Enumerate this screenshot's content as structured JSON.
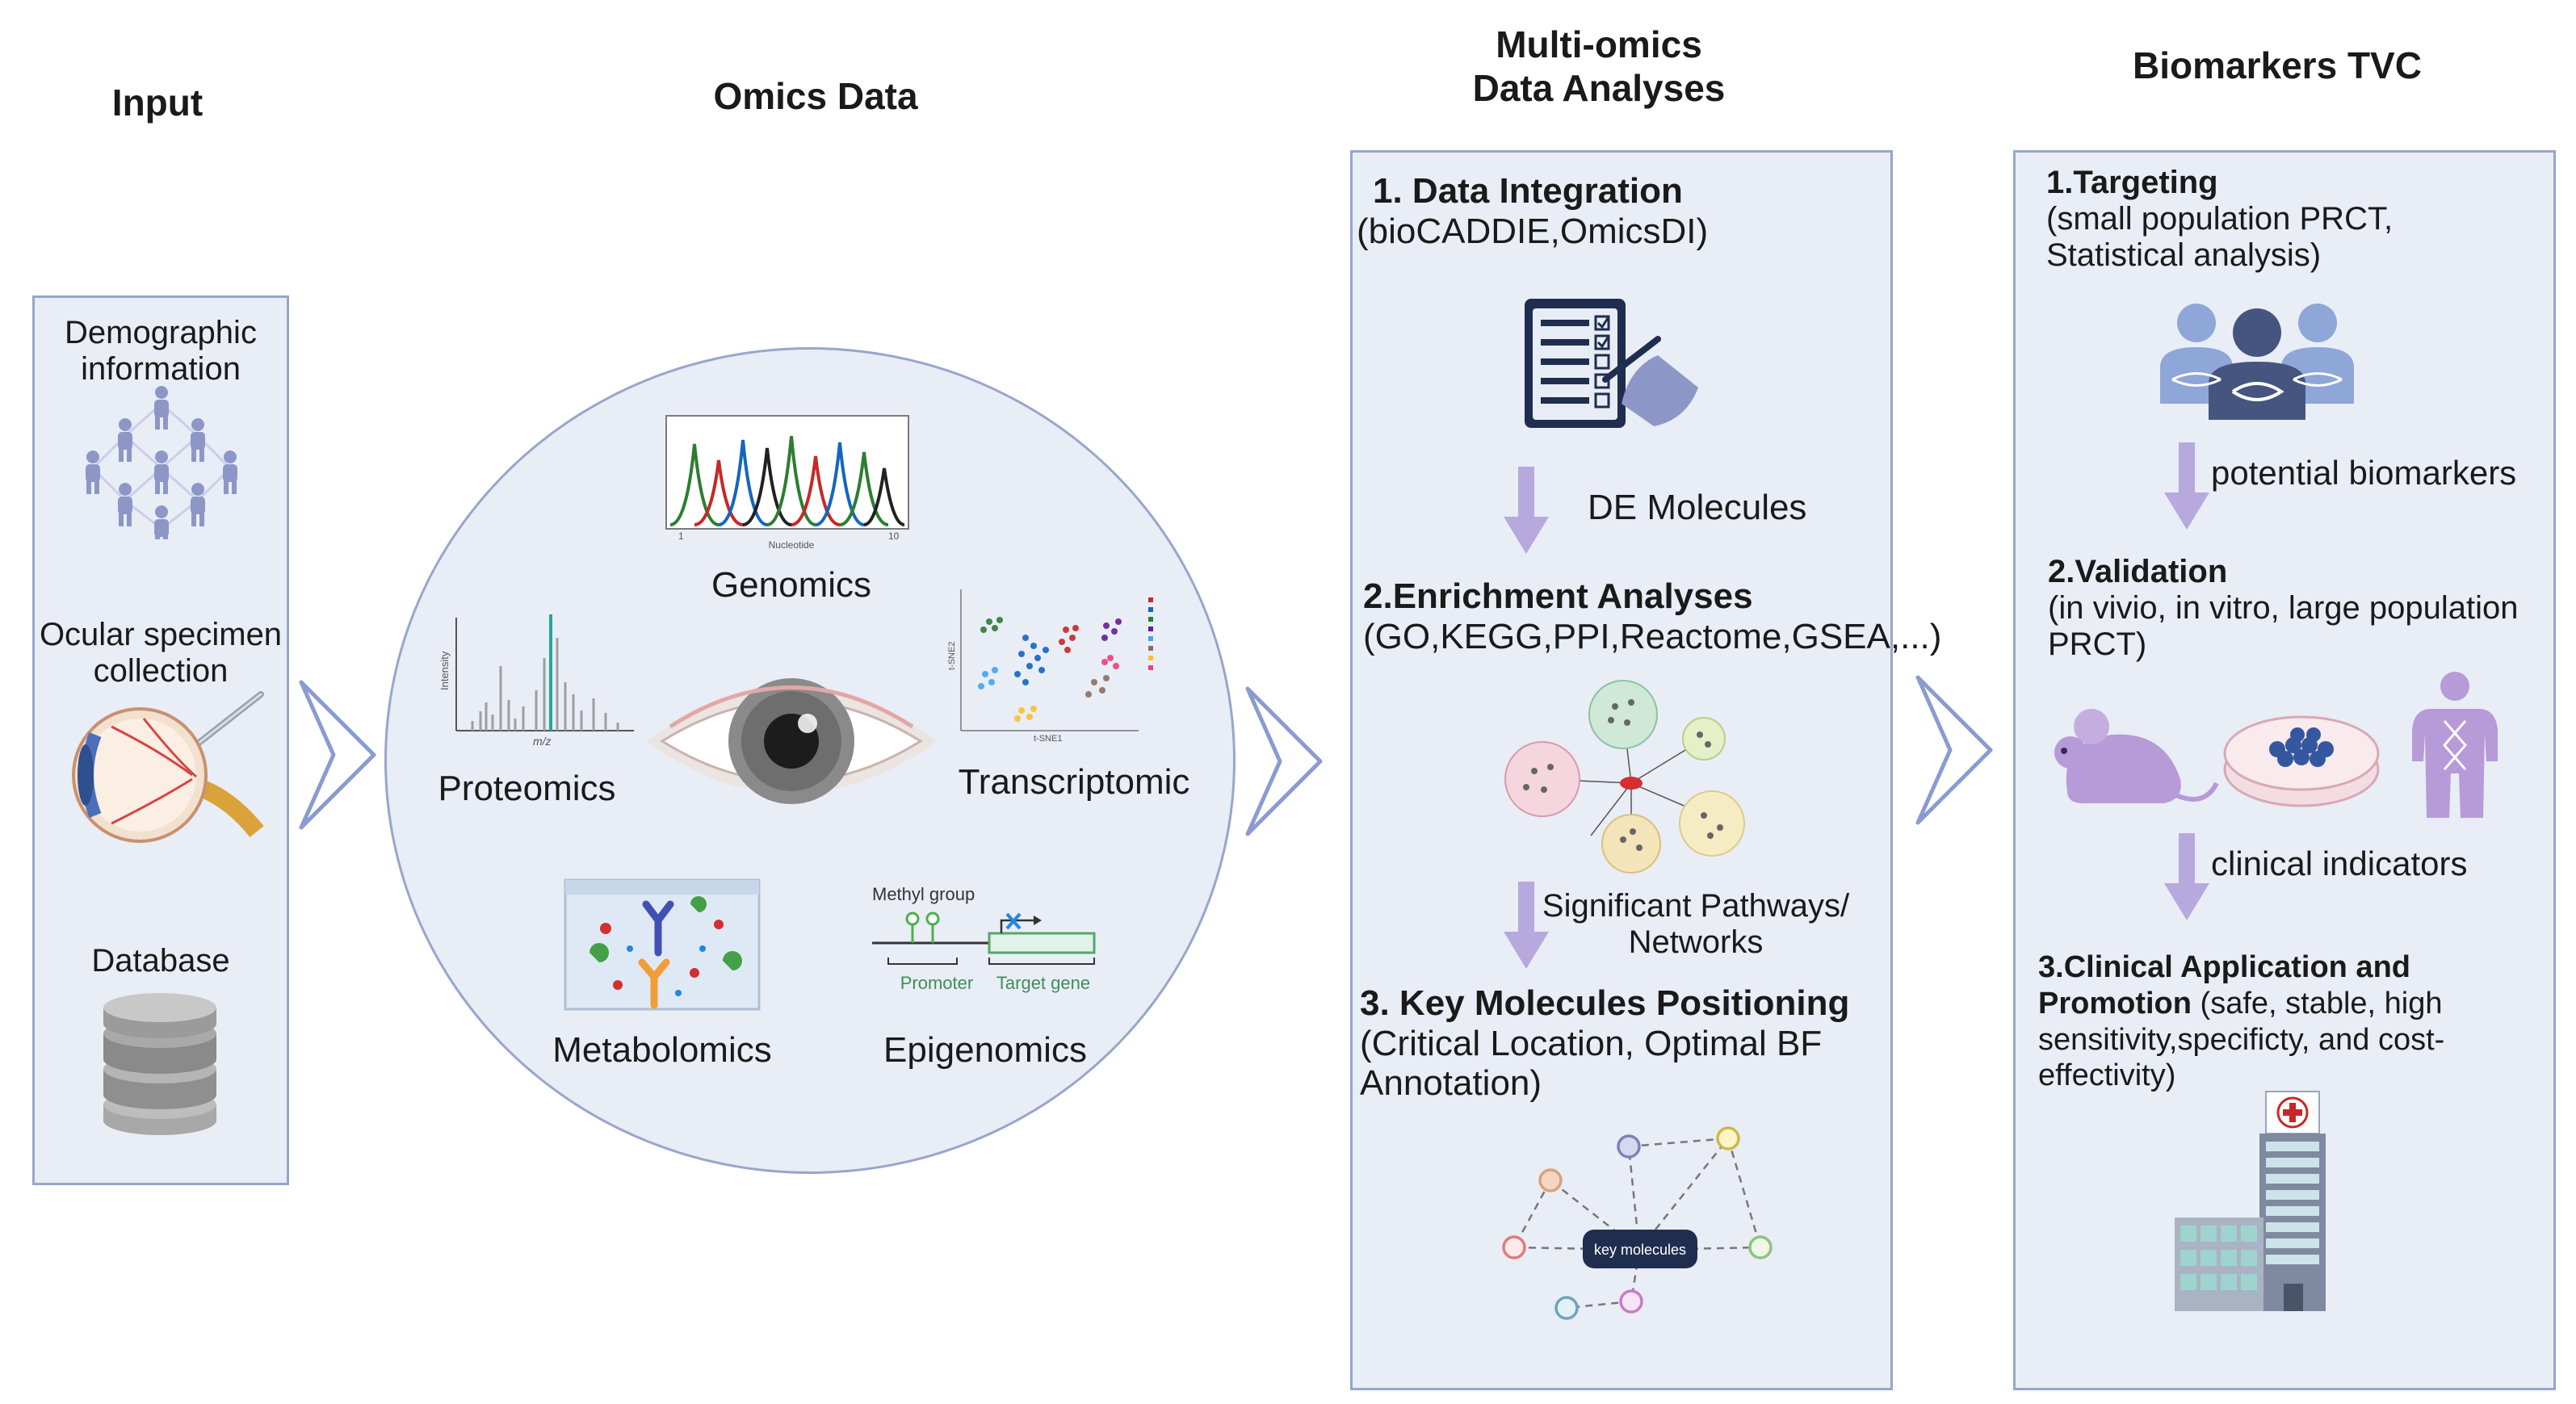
{
  "headings": {
    "input": "Input",
    "omics": "Omics Data",
    "analyses_line1": "Multi-omics",
    "analyses_line2": "Data Analyses",
    "biomarkers": "Biomarkers TVC"
  },
  "input_panel": {
    "demographic_line1": "Demographic",
    "demographic_line2": "information",
    "ocular_line1": "Ocular specimen",
    "ocular_line2": "collection",
    "database": "Database"
  },
  "omics": {
    "genomics": "Genomics",
    "genomics_axis": "Nucleotide",
    "genomics_tick_start": "1",
    "genomics_tick_end": "10",
    "proteomics": "Proteomics",
    "proteomics_ylabel": "Intensity",
    "proteomics_xlabel": "m/z",
    "transcriptomic": "Transcriptomic",
    "tsne_xlabel": "t-SNE1",
    "tsne_ylabel": "t-SNE2",
    "metabolomics": "Metabolomics",
    "epigenomics": "Epigenomics",
    "methyl_group": "Methyl group",
    "promoter": "Promoter",
    "target_gene": "Target gene"
  },
  "analyses": {
    "step1_title": "1. Data Integration",
    "step1_detail": "(bioCADDIE,OmicsDI)",
    "arrow1_label": "DE Molecules",
    "step2_title": "2.Enrichment Analyses",
    "step2_detail": "(GO,KEGG,PPI,Reactome,GSEA,...)",
    "arrow2_line1": "Significant Pathways/",
    "arrow2_line2": "Networks",
    "step3_title": "3. Key Molecules Positioning",
    "step3_line1": "(Critical Location, Optimal BF",
    "step3_line2": "Annotation)",
    "key_molecules": "key molecules"
  },
  "biomarkers": {
    "step1_title": "1.Targeting",
    "step1_line1": "(small population PRCT,",
    "step1_line2": "Statistical analysis)",
    "arrow1_label": "potential biomarkers",
    "step2_title": "2.Validation",
    "step2_line1": "(in vivio, in vitro, large population",
    "step2_line2": "PRCT)",
    "arrow2_label": "clinical indicators",
    "step3_title_line1": "3.Clinical Application and",
    "step3_title_line2": "Promotion",
    "step3_detail_line1": " (safe, stable, high",
    "step3_detail_line2": "sensitivity,specificty, and cost-",
    "step3_detail_line3": "effectivity)"
  },
  "colors": {
    "panel_fill": "#e9edf5",
    "panel_border": "#98a6cc",
    "chevron": "#8a9bd1",
    "down_arrow": "#b7a9de",
    "person": "#8d97c7"
  },
  "icons": [
    "people-network-icon",
    "eye-anatomy-icon",
    "database-icon",
    "checklist-icon",
    "network-icon",
    "patients-dna-icon",
    "mouse-icon",
    "petri-dish-icon",
    "human-dna-icon",
    "hospital-icon"
  ]
}
